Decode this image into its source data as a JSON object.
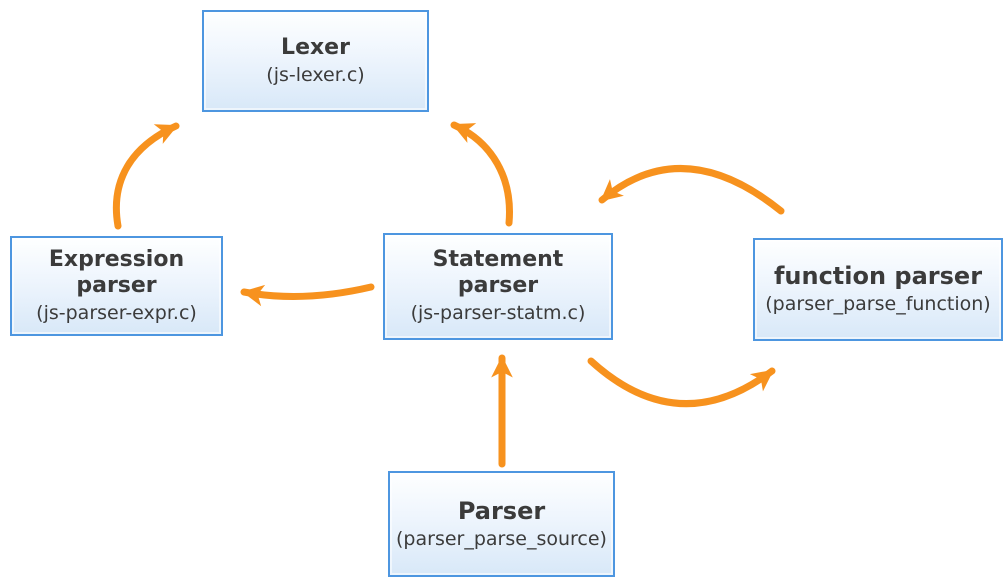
{
  "diagram": {
    "colors": {
      "arrow": "#F7921E",
      "box_border": "#4D96E0",
      "box_fill_top": "#FEFFFF",
      "box_fill_bottom": "#D8E8F8",
      "text": "#3B3B3B"
    },
    "nodes": [
      {
        "id": "lexer",
        "title": "Lexer",
        "subtitle": "(js-lexer.c)"
      },
      {
        "id": "expression-parser",
        "title": "Expression parser",
        "subtitle": "(js-parser-expr.c)"
      },
      {
        "id": "statement-parser",
        "title": "Statement parser",
        "subtitle": "(js-parser-statm.c)"
      },
      {
        "id": "function-parser",
        "title": "function parser",
        "subtitle": "(parser_parse_function)"
      },
      {
        "id": "parser",
        "title": "Parser",
        "subtitle": "(parser_parse_source)"
      }
    ],
    "edges": [
      {
        "from": "expression-parser",
        "to": "lexer"
      },
      {
        "from": "statement-parser",
        "to": "lexer"
      },
      {
        "from": "statement-parser",
        "to": "expression-parser"
      },
      {
        "from": "function-parser",
        "to": "statement-parser"
      },
      {
        "from": "statement-parser",
        "to": "function-parser"
      },
      {
        "from": "parser",
        "to": "statement-parser"
      }
    ]
  }
}
